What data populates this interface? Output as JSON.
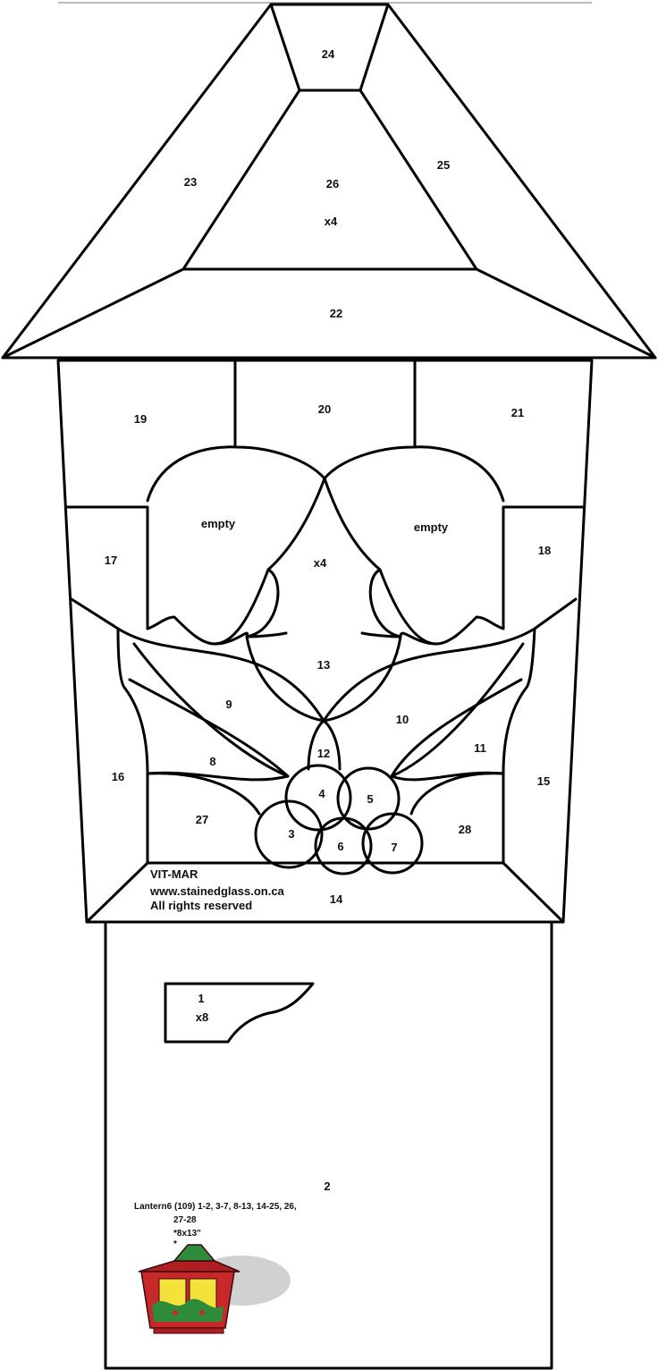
{
  "pieces": {
    "p1": "1",
    "p1_qty": "x8",
    "p2": "2",
    "p3": "3",
    "p4": "4",
    "p5": "5",
    "p6": "6",
    "p7": "7",
    "p8": "8",
    "p9": "9",
    "p10": "10",
    "p11": "11",
    "p12": "12",
    "p13": "13",
    "p13_qty": "x4",
    "p14": "14",
    "p15": "15",
    "p16": "16",
    "p17": "17",
    "p18": "18",
    "p19": "19",
    "p20": "20",
    "p21": "21",
    "p22": "22",
    "p23": "23",
    "p24": "24",
    "p25": "25",
    "p26": "26",
    "p26_qty": "x4",
    "p27": "27",
    "p28": "28",
    "empty_left": "empty",
    "empty_right": "empty"
  },
  "credits": {
    "brand": "VIT-MAR",
    "website": "www.stainedglass.on.ca",
    "rights": "All rights reserved"
  },
  "notes": {
    "line1": "Lantern6 (109) 1-2, 3-7, 8-13, 14-25, 26,",
    "line2": "27-28",
    "line3": "*8x13\"",
    "line4": "*"
  },
  "thumbnail_icon": "lantern-preview-icon",
  "colors": {
    "glass_red": "#c8282a",
    "glass_green": "#2e8b3a",
    "glass_yellow": "#f2e23a",
    "lead": "#000000"
  }
}
